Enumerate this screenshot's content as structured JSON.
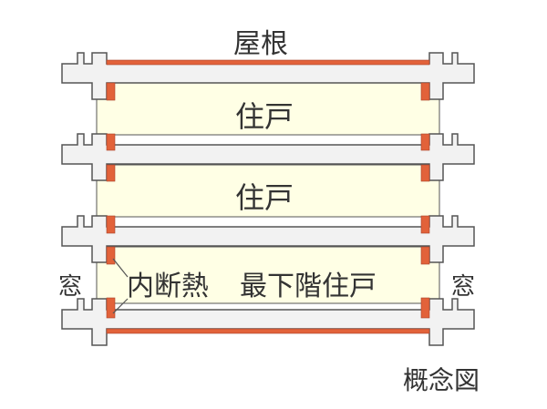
{
  "labels": {
    "roof": "屋根",
    "unit_upper": "住戸",
    "unit_middle": "住戸",
    "insulation": "内断熱",
    "unit_lowest": "最下階住戸",
    "window_left": "窓",
    "window_right": "窓",
    "caption": "概念図"
  },
  "colors": {
    "slab_fill": "#f2f2f2",
    "outline": "#555555",
    "room_fill": "#ffffe5",
    "insulation": "#e2623a",
    "text": "#333333"
  }
}
